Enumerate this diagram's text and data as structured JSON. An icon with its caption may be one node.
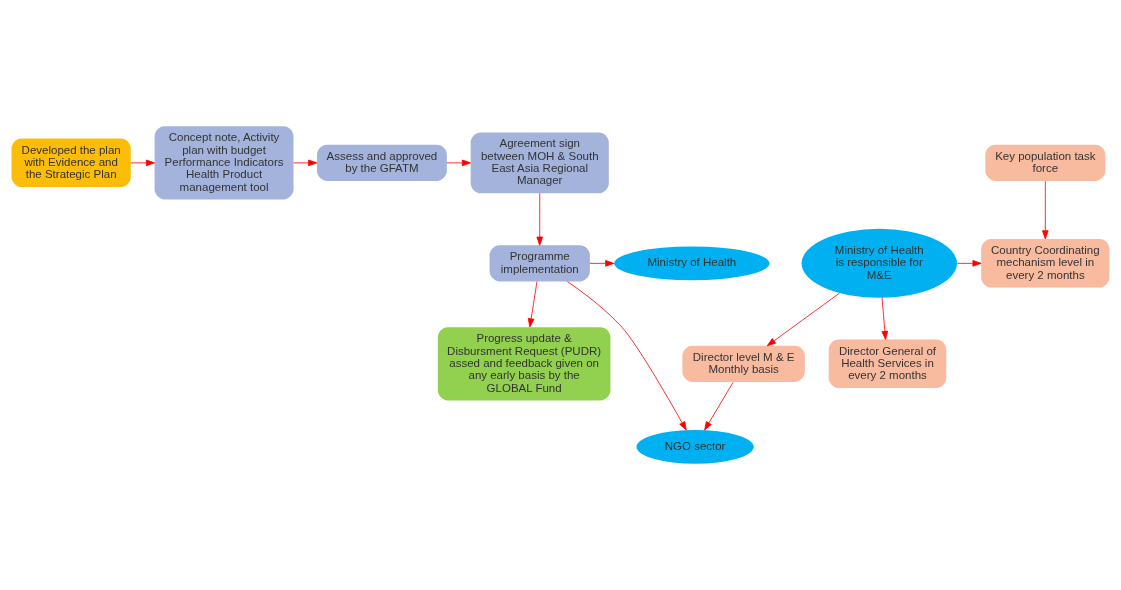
{
  "diagram": {
    "nodes": [
      {
        "text": [
          "Developed the plan with Evidence and the Strategic Plan"
        ]
      },
      {
        "text": [
          "Concept note, Activity plan with budget Performance Indicators Health Product management tool"
        ]
      },
      {
        "text": [
          "Assess and approved by the GFATM"
        ]
      },
      {
        "text": [
          "Agreement sign between MOH & South East Asia Regional Manager"
        ]
      },
      {
        "text": [
          "Ministry of Health"
        ]
      },
      {
        "text": [
          "Programme implementation"
        ]
      },
      {
        "text": [
          "Country Coordinating mechanism level in every 2 months"
        ]
      },
      {
        "text": [
          "Ministry of Health is responsible for M&E"
        ]
      },
      {
        "text": [
          "Key population task force"
        ]
      },
      {
        "text": [
          "Director level M & E Monthly basis"
        ]
      },
      {
        "text": [
          "Progress update & Disbursment Request (PUDR) assed and feedback given on any early basis by the GLOBAL Fund"
        ]
      },
      {
        "text": [
          "Director General of Health Services in every 2 months"
        ]
      },
      {
        "text": [
          "NGO sector"
        ]
      }
    ],
    "edges": [
      {
        "from": 0,
        "to": 1,
        "arrow": "to"
      },
      {
        "from": 1,
        "to": 2,
        "arrow": "to"
      },
      {
        "from": 2,
        "to": 3,
        "arrow": "to"
      },
      {
        "from": 3,
        "to": 5,
        "arrow": "to"
      },
      {
        "from": 5,
        "to": 4,
        "arrow": "to"
      },
      {
        "from": 5,
        "to": 10,
        "arrow": "to"
      },
      {
        "from": 5,
        "to": 12,
        "arrow": "to"
      },
      {
        "from": 7,
        "to": 6,
        "arrow": "to"
      },
      {
        "from": 8,
        "to": 6,
        "arrow": "to"
      },
      {
        "from": 7,
        "to": 9,
        "arrow": "to"
      },
      {
        "from": 7,
        "to": 11,
        "arrow": "to"
      },
      {
        "from": 9,
        "to": 12,
        "arrow": "to"
      }
    ]
  }
}
